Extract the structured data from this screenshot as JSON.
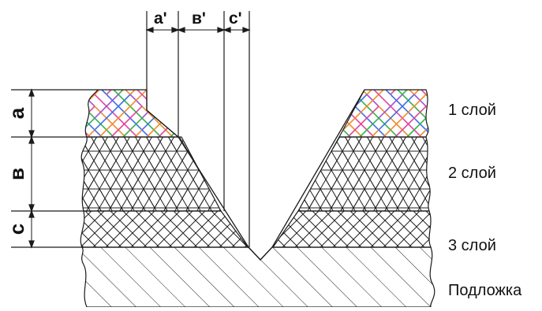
{
  "diagram": {
    "top_dimensions": {
      "a_prime": "a'",
      "b_prime": "в'",
      "c_prime": "c'"
    },
    "side_dimensions": {
      "a": "a",
      "b": "в",
      "c": "c"
    },
    "layers": [
      {
        "label": "1 слой"
      },
      {
        "label": "2 слой"
      },
      {
        "label": "3 слой"
      },
      {
        "label": "Подложка"
      }
    ],
    "colors": {
      "line": "#1a1a1a",
      "layer1_hatch": [
        "#e0449a",
        "#3e6ee6",
        "#34b24a",
        "#f08a2a",
        "#a050d8"
      ]
    }
  }
}
